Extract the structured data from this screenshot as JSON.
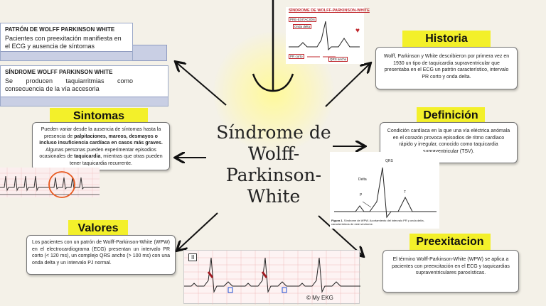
{
  "center": {
    "title": "Síndrome de Wolff-Parkinson-White"
  },
  "patron": {
    "head": "PATRÓN DE WOLFF PARKINSON WHITE",
    "body": "Pacientes con preexitación manifiesta en el ECG y ausencia de síntomas"
  },
  "sindrome": {
    "head": "SÍNDROME WOLFF PARKINSON WHITE",
    "body": "Se producen taquiarritmias como consecuencia de la vía accesoria"
  },
  "sintomas": {
    "title": "Sintomas",
    "t1": "Pueden variar desde la ausencia de síntomas hasta la presencia de ",
    "b1": "palpitaciones, mareos, desmayos o incluso insuficiencia cardíaca en casos más graves.",
    "t2": " Algunas personas pueden experimentar episodios ocasionales de ",
    "b2": "taquicardia",
    "t3": ", mientras que otras pueden tener taquicardia recurrente."
  },
  "valores": {
    "title": "Valores",
    "text": "Los pacientes con un patrón de Wolff-Parkinson-White (WPW) en el electrocardiograma (ECG) presentan un intervalo PR corto (< 120 ms), un complejo QRS ancho (> 100 ms) con una onda delta y un intervalo PJ normal."
  },
  "historia": {
    "title": "Historia",
    "text": "Wolff, Parkinson y White describieron por primera vez en 1930 un tipo de taquicardia supraventricular que presentaba en el ECG un patrón característico, intervalo PR corto y onda delta."
  },
  "definicion": {
    "title": "Definición",
    "text": "Condición cardíaca en la que una vía eléctrica anómala en el corazón provoca episodios de ritmo cardíaco rápido y irregular, conocido como taquicardia supraventricular (TSV)."
  },
  "preexitacion": {
    "title": "Preexitacion",
    "text": "El término Wolff-Parkinson-White (WPW) se aplica a pacientes con preexcitación en el ECG y taquicardias supraventriculares paroxísticas."
  },
  "top_figure": {
    "title": "SÍNDROME DE WOLFF-PARKINSON-WHITE",
    "label_pre": "PRE-EXITACIÓN",
    "label_delta": "Onda delta",
    "label_pr": "PR corto",
    "label_qrs": "QRS ancho"
  },
  "figure1": {
    "label_qrs": "QRS",
    "label_delta": "Delta",
    "label_p": "P",
    "label_t": "T",
    "caption_bold": "Figura 1.",
    "caption": " Síndrome de WPW. Acortamiento del intervalo PR y onda delta, característicos de este síndrome."
  },
  "ecg_strip": {
    "lead": "II",
    "credit": "© My EKG"
  }
}
